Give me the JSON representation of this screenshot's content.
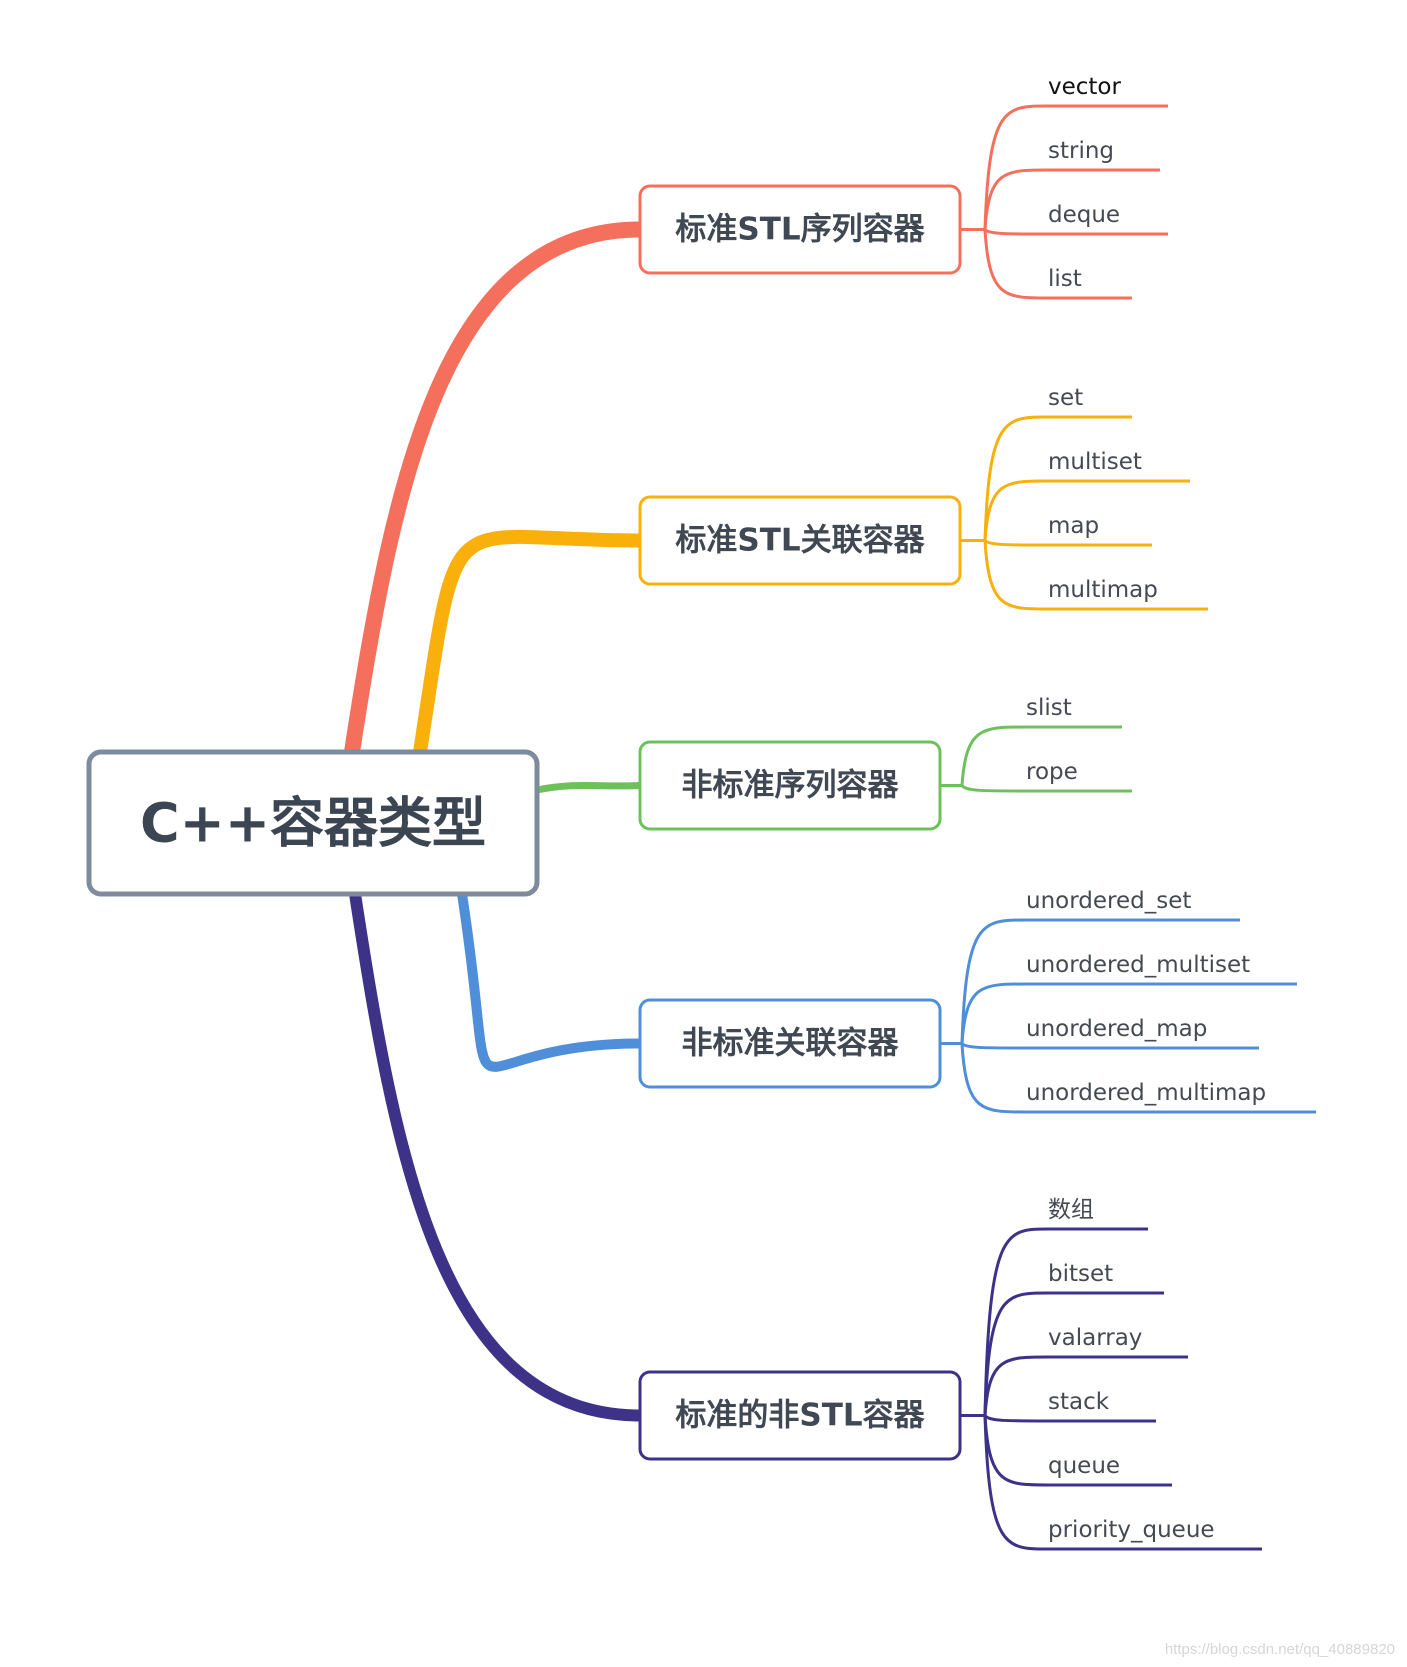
{
  "root": {
    "label": "C++容器类型",
    "color": "#7d8b9c"
  },
  "branches": [
    {
      "label": "标准STL序列容器",
      "color": "#f4705d",
      "items": [
        "vector",
        "string",
        "deque",
        "list"
      ]
    },
    {
      "label": "标准STL关联容器",
      "color": "#f9b00b",
      "items": [
        "set",
        "multiset",
        "map",
        "multimap"
      ]
    },
    {
      "label": "非标准序列容器",
      "color": "#6cc15a",
      "items": [
        "slist",
        "rope"
      ]
    },
    {
      "label": "非标准关联容器",
      "color": "#4f8fd9",
      "items": [
        "unordered_set",
        "unordered_multiset",
        "unordered_map",
        "unordered_multimap"
      ]
    },
    {
      "label": "标准的非STL容器",
      "color": "#3d3188",
      "items": [
        "数组",
        "bitset",
        "valarray",
        "stack",
        "queue",
        "priority_queue"
      ]
    }
  ],
  "watermark": "https://blog.csdn.net/qq_40889820"
}
